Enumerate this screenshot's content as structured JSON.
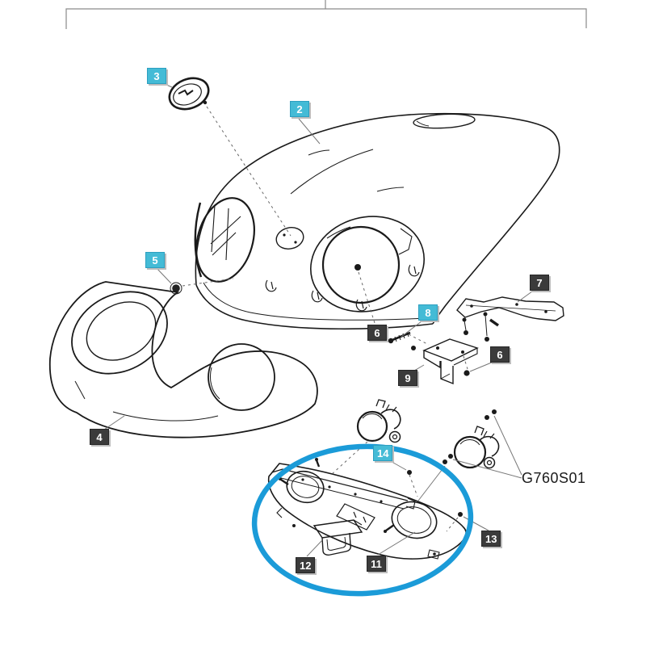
{
  "diagram": {
    "part_code": "G760S01",
    "callouts": [
      {
        "id": "callout-3",
        "label": "3",
        "style": "cyan"
      },
      {
        "id": "callout-2",
        "label": "2",
        "style": "cyan"
      },
      {
        "id": "callout-5",
        "label": "5",
        "style": "cyan"
      },
      {
        "id": "callout-7",
        "label": "7",
        "style": "dark"
      },
      {
        "id": "callout-8",
        "label": "8",
        "style": "cyan"
      },
      {
        "id": "callout-6-upper",
        "label": "6",
        "style": "dark"
      },
      {
        "id": "callout-9",
        "label": "9",
        "style": "dark"
      },
      {
        "id": "callout-6-lower",
        "label": "6",
        "style": "dark"
      },
      {
        "id": "callout-4",
        "label": "4",
        "style": "dark"
      },
      {
        "id": "callout-14",
        "label": "14",
        "style": "cyan"
      },
      {
        "id": "callout-13",
        "label": "13",
        "style": "dark"
      },
      {
        "id": "callout-12",
        "label": "12",
        "style": "dark"
      },
      {
        "id": "callout-11",
        "label": "11",
        "style": "dark"
      }
    ],
    "colors": {
      "callout_cyan": "#44bbd6",
      "callout_dark": "#3b3b3b",
      "highlight_blue": "#1b9bd8",
      "line_art": "#1a1a1a",
      "leader_gray": "#777777"
    }
  }
}
